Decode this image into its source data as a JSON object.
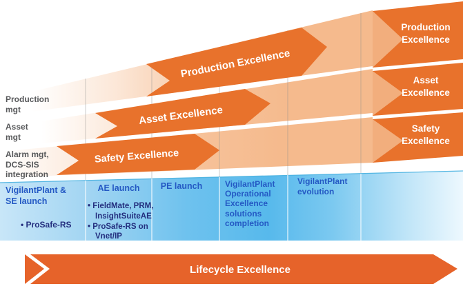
{
  "left_labels": [
    {
      "name": "production-mgt",
      "lines": [
        "Production",
        "mgt"
      ]
    },
    {
      "name": "asset-mgt",
      "lines": [
        "Asset",
        "mgt"
      ]
    },
    {
      "name": "alarm-mgt",
      "lines": [
        "Alarm mgt,",
        "DCS-SIS",
        "integration"
      ]
    }
  ],
  "bands": {
    "production": {
      "label": "Production Excellence"
    },
    "asset": {
      "label": "Asset Excellence"
    },
    "safety": {
      "label": "Safety Excellence"
    }
  },
  "right_blocks": [
    {
      "lines": [
        "Production",
        "Excellence"
      ]
    },
    {
      "lines": [
        "Asset",
        "Excellence"
      ]
    },
    {
      "lines": [
        "Safety",
        "Excellence"
      ]
    }
  ],
  "timeline": {
    "columns": [
      {
        "header_lines": [
          "VigilantPlant &",
          "SE launch"
        ],
        "bullet_lines": [
          "• ProSafe-RS"
        ]
      },
      {
        "header_lines": [
          "AE launch"
        ],
        "bullet_lines": [
          "• FieldMate, PRM,",
          "InsightSuiteAE",
          "• ProSafe-RS on",
          "Vnet/IP"
        ]
      },
      {
        "header_lines": [
          "PE launch"
        ],
        "bullet_lines": []
      },
      {
        "header_lines": [
          "VigilantPlant",
          "Operational",
          "Excellence",
          "solutions",
          "completion"
        ],
        "bullet_lines": []
      },
      {
        "header_lines": [
          "VigilantPlant",
          "evolution"
        ],
        "bullet_lines": []
      },
      {
        "header_lines": [],
        "bullet_lines": []
      }
    ]
  },
  "lifecycle": {
    "label": "Lifecycle Excellence"
  },
  "colors": {
    "dark_orange": "#E8722C",
    "light_band_orange": "#F5BA8D",
    "notch_orange": "#F2AE7D",
    "lifecycle_orange": "#E6632A",
    "blue_band_deep": "#57B9EC",
    "blue_band_pale": "#C8E6F8",
    "header_blue": "#2459C4",
    "navy_text": "#232E7E",
    "gray_label": "#58595B",
    "white_text": "#FFFFFF"
  }
}
